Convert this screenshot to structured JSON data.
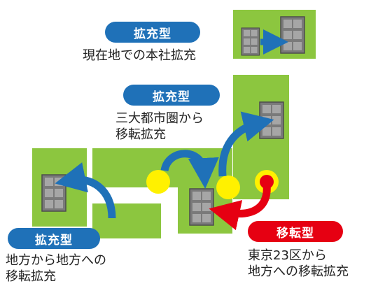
{
  "colors": {
    "land": "#8cc63f",
    "land_border": "#ffffff",
    "building": "#808080",
    "building_dark": "#4d4d4d",
    "window": "#b3b3b3",
    "arrow_blue": "#1f71b8",
    "arrow_red": "#e60012",
    "point_yellow": "#fff100",
    "pill_blue": "#1f71b8",
    "pill_red": "#e60012"
  },
  "labels": {
    "top": {
      "badge": "拡充型",
      "line1": "現在地での本社拡充"
    },
    "middle": {
      "badge": "拡充型",
      "line1": "三大都市圏から",
      "line2": "移転拡充"
    },
    "bottom_left": {
      "badge": "拡充型",
      "line1": "地方から地方への",
      "line2": "移転拡充"
    },
    "bottom_right": {
      "badge": "移転型",
      "line1": "東京23区から",
      "line2": "地方への移転拡充"
    }
  }
}
